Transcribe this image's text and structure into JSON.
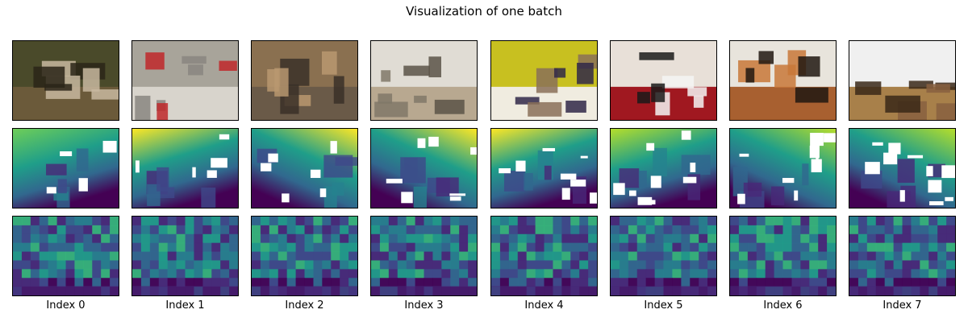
{
  "figure": {
    "title": "Visualization of one batch",
    "column_labels": [
      "Index 0",
      "Index 1",
      "Index 2",
      "Index 3",
      "Index 4",
      "Index 5",
      "Index 6",
      "Index 7"
    ],
    "row_kinds": [
      "rgb-photo",
      "depth-map",
      "predicted-depth-heatmap"
    ]
  },
  "colors": {
    "viridis_dark": "#440154",
    "viridis_blue": "#31688e",
    "viridis_teal": "#21918c",
    "viridis_green": "#35b779",
    "viridis_yellow": "#fde725",
    "missing_depth": "#ffffff"
  },
  "scenes": [
    {
      "index": 0,
      "photo_colors": [
        "#4a4a2a",
        "#6b5a3a",
        "#c8b8a0",
        "#2a2418"
      ]
    },
    {
      "index": 1,
      "photo_colors": [
        "#a8a49a",
        "#d8d4cc",
        "#8a8680",
        "#c0282a"
      ]
    },
    {
      "index": 2,
      "photo_colors": [
        "#8a7050",
        "#6a5a48",
        "#b89870",
        "#3a3028"
      ]
    },
    {
      "index": 3,
      "photo_colors": [
        "#e0dcd4",
        "#b8a890",
        "#807868",
        "#5a5448"
      ]
    },
    {
      "index": 4,
      "photo_colors": [
        "#c8c020",
        "#f0ece0",
        "#302848",
        "#8a7058"
      ]
    },
    {
      "index": 5,
      "photo_colors": [
        "#e8e0d8",
        "#a01820",
        "#f4f4f4",
        "#1a1a1a"
      ]
    },
    {
      "index": 6,
      "photo_colors": [
        "#e8e4dc",
        "#a86030",
        "#201810",
        "#c87838"
      ]
    },
    {
      "index": 7,
      "photo_colors": [
        "#f0f0f0",
        "#a8804a",
        "#3a2818",
        "#886040"
      ]
    }
  ]
}
